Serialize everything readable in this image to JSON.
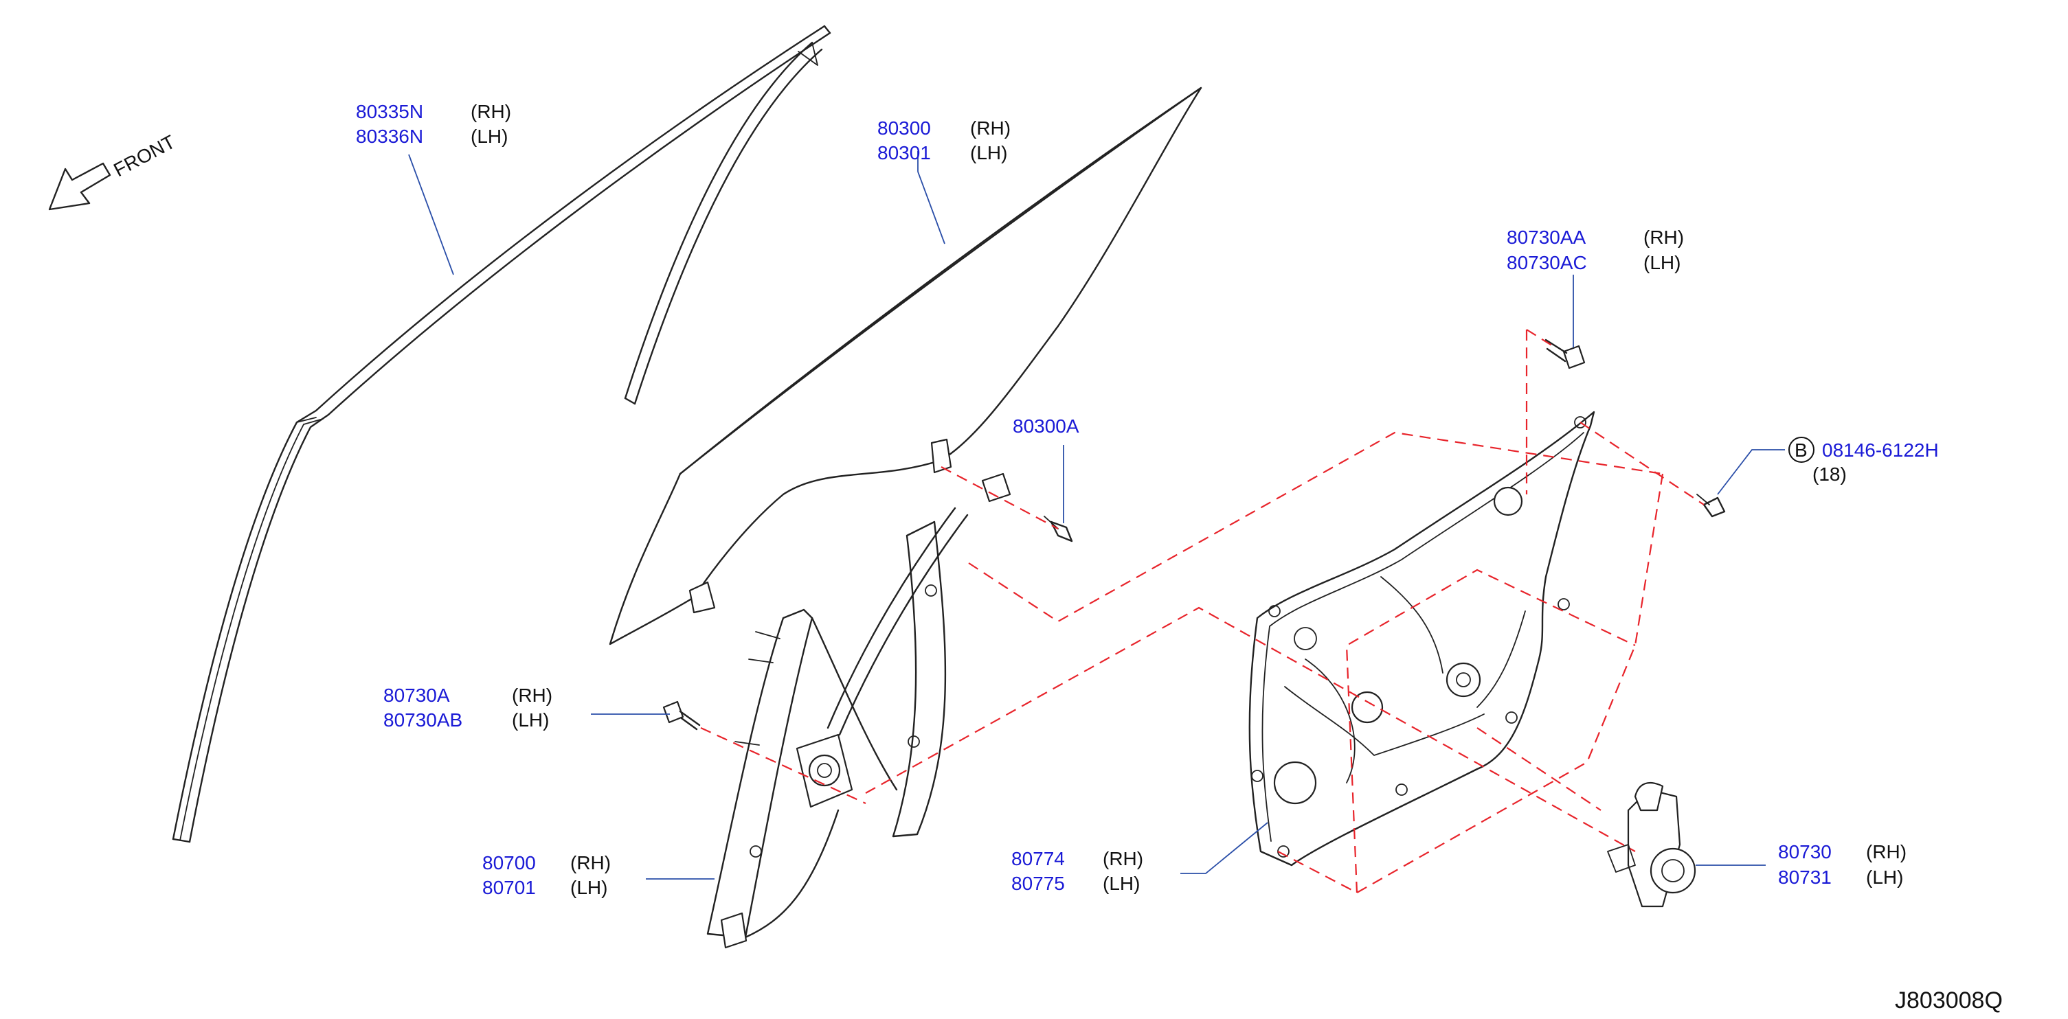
{
  "diagram": {
    "front_label": "FRONT",
    "diagram_code": "J803008Q",
    "callouts": {
      "sash": {
        "rh_part": "80335N",
        "rh_side": "(RH)",
        "lh_part": "80336N",
        "lh_side": "(LH)"
      },
      "glass": {
        "rh_part": "80300",
        "rh_side": "(RH)",
        "lh_part": "80301",
        "lh_side": "(LH)"
      },
      "glass_clip": {
        "part": "80300A"
      },
      "panel_bolt": {
        "rh_part": "80730AA",
        "rh_side": "(RH)",
        "lh_part": "80730AC",
        "lh_side": "(LH)"
      },
      "clip": {
        "badge": "B",
        "part": "08146-6122H",
        "qty": "(18)"
      },
      "regulator_bolt": {
        "rh_part": "80730A",
        "rh_side": "(RH)",
        "lh_part": "80730AB",
        "lh_side": "(LH)"
      },
      "regulator": {
        "rh_part": "80700",
        "rh_side": "(RH)",
        "lh_part": "80701",
        "lh_side": "(LH)"
      },
      "module_panel": {
        "rh_part": "80774",
        "rh_side": "(RH)",
        "lh_part": "80775",
        "lh_side": "(LH)"
      },
      "motor": {
        "rh_part": "80730",
        "rh_side": "(RH)",
        "lh_part": "80731",
        "lh_side": "(LH)"
      }
    }
  }
}
